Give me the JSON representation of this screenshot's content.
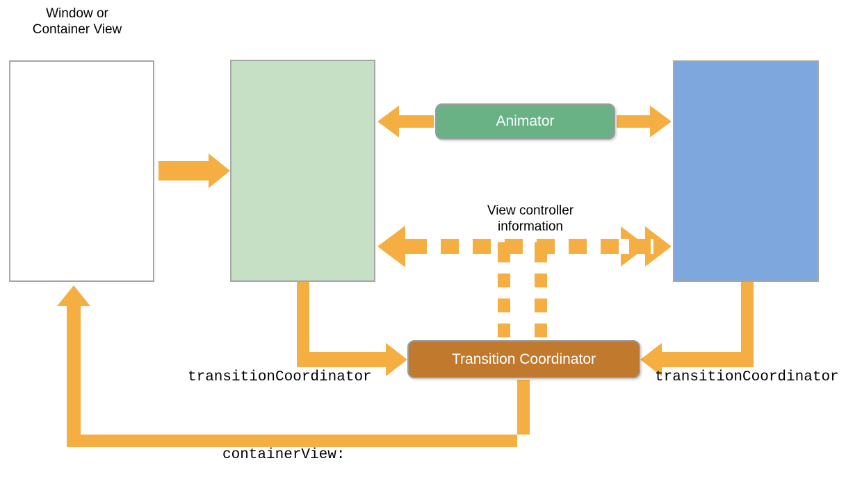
{
  "diagram": {
    "title_caption": "Window or\nContainer View",
    "info_caption": "View controller\ninformation",
    "colors": {
      "arrow_orange": "#f5ae42",
      "container_fill": "#ffffff",
      "from_vc_fill": "#c6e0c6",
      "to_vc_fill": "#7da7dd",
      "animator_fill": "#68b286",
      "coordinator_fill": "#c17a2d",
      "box_stroke": "#a6a6a6",
      "text_dark": "#000000",
      "text_light": "#ffffff"
    },
    "nodes": {
      "window_container": {
        "label": ""
      },
      "from_view_controller": {
        "label": ""
      },
      "to_view_controller": {
        "label": ""
      },
      "animator": {
        "label": "Animator"
      },
      "transition_coordinator": {
        "label": "Transition Coordinator"
      }
    },
    "labels": {
      "transition_coordinator_left": "transitionCoordinator",
      "transition_coordinator_right": "transitionCoordinator",
      "container_view": "containerView:"
    },
    "edges": [
      {
        "name": "window-to-from-vc",
        "style": "solid",
        "heads": "end"
      },
      {
        "name": "animator-to-from-vc",
        "style": "dashed",
        "heads": "start"
      },
      {
        "name": "animator-to-to-vc",
        "style": "dashed",
        "heads": "end"
      },
      {
        "name": "vc-information-bus",
        "style": "dashed",
        "heads": "both"
      },
      {
        "name": "coordinator-to-from-vc-branch",
        "style": "dashed",
        "heads": "none"
      },
      {
        "name": "coordinator-to-to-vc-branch",
        "style": "dashed",
        "heads": "none"
      },
      {
        "name": "from-vc-to-coordinator",
        "style": "solid",
        "heads": "end"
      },
      {
        "name": "to-vc-to-coordinator",
        "style": "solid",
        "heads": "end"
      },
      {
        "name": "coordinator-to-window",
        "style": "solid",
        "heads": "end"
      }
    ]
  }
}
